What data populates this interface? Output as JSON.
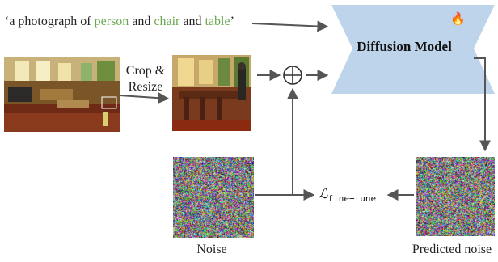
{
  "prompt": {
    "open": "‘a photograph of ",
    "token1": "person",
    "and1": " and ",
    "token2": "chair",
    "and2": " and ",
    "token3": "table",
    "close": "’"
  },
  "crop_label_line1": "Crop &",
  "crop_label_line2": "Resize",
  "diffusion_model_label": "Diffusion Model",
  "oplus_symbol": "⊕",
  "loss": {
    "script": "ℒ",
    "subscript": "fine−tune"
  },
  "noise_label": "Noise",
  "predicted_noise_label": "Predicted noise",
  "icons": {
    "fire": "fire-icon"
  },
  "colors": {
    "token_green": "#6aa84f",
    "model_fill": "#bed4ea",
    "arrow": "#555555"
  }
}
